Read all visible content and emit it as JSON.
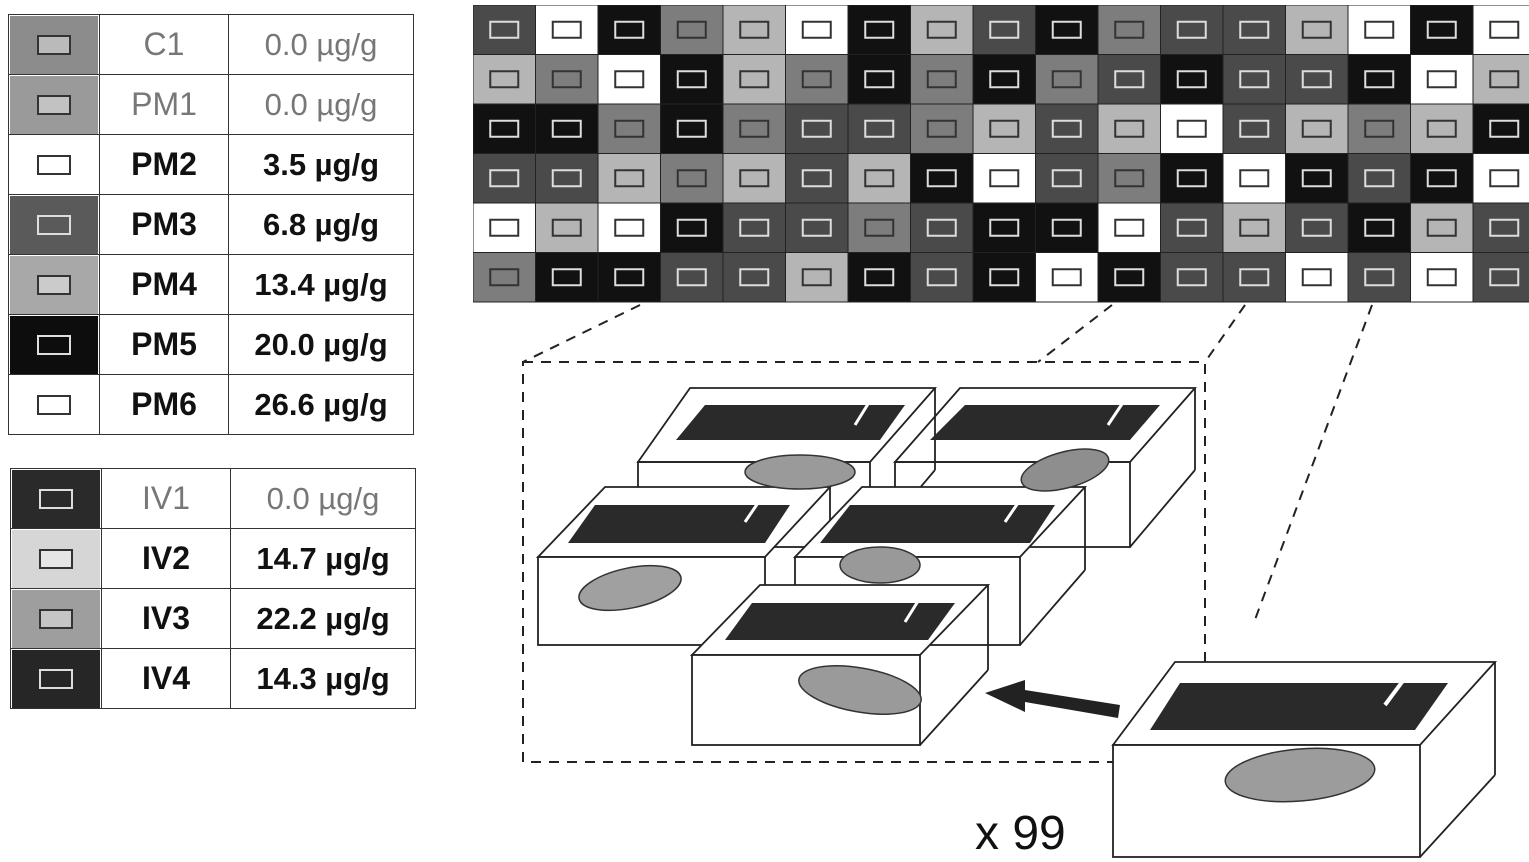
{
  "legend_pm": [
    {
      "code": "C1",
      "conc": "0.0 µg/g",
      "color": "#8c8c8c",
      "style": "dim"
    },
    {
      "code": "PM1",
      "conc": "0.0 µg/g",
      "color": "#9a9a9a",
      "style": "dim"
    },
    {
      "code": "PM2",
      "conc": "3.5 µg/g",
      "color": "#ffffff",
      "style": "bold"
    },
    {
      "code": "PM3",
      "conc": "6.8 µg/g",
      "color": "#5a5a5a",
      "style": "bold"
    },
    {
      "code": "PM4",
      "conc": "13.4 µg/g",
      "color": "#a8a8a8",
      "style": "bold"
    },
    {
      "code": "PM5",
      "conc": "20.0 µg/g",
      "color": "#0d0d0d",
      "style": "bold"
    },
    {
      "code": "PM6",
      "conc": "26.6 µg/g",
      "color": "#ffffff",
      "style": "bold"
    }
  ],
  "legend_iv": [
    {
      "code": "IV1",
      "conc": "0.0 µg/g",
      "color": "#2a2a2a",
      "style": "dim"
    },
    {
      "code": "IV2",
      "conc": "14.7 µg/g",
      "color": "#d6d6d6",
      "style": "bold"
    },
    {
      "code": "IV3",
      "conc": "22.2 µg/g",
      "color": "#9e9e9e",
      "style": "bold"
    },
    {
      "code": "IV4",
      "conc": "14.3 µg/g",
      "color": "#262626",
      "style": "bold"
    }
  ],
  "tank_grid": {
    "palette": {
      "B": "#111111",
      "D": "#4a4a4a",
      "M": "#7d7d7d",
      "L": "#b5b5b5",
      "W": "#ffffff"
    },
    "rows": [
      "DWBMLWBLDBMDDLWBW",
      "LMWBLMBMBMDBDDBWL",
      "BBMBMDDMLDLWDLMLB",
      "DDLMLDLBWDMBWBDBW",
      "WLWBDDMDBBWDLDBLD",
      "MBBDDLBDBWBDDWDWD"
    ]
  },
  "multiplier_label": "x 99"
}
